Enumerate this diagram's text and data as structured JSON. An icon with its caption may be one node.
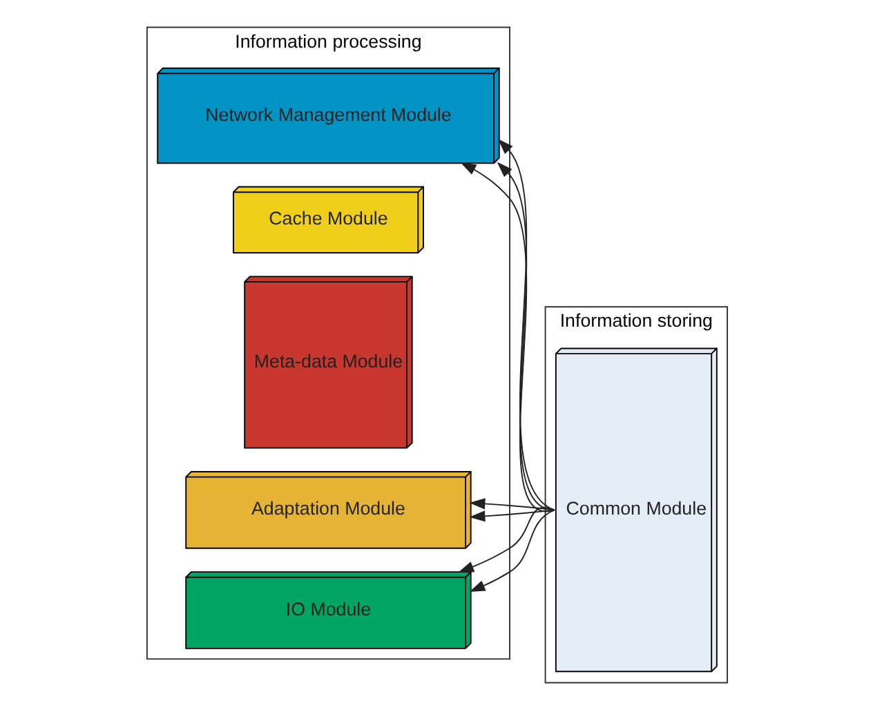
{
  "diagram": {
    "nodes": [
      {
        "text": [
          "Information processing"
        ]
      },
      {
        "text": [
          "Network Management Module"
        ],
        "in": 0
      },
      {
        "text": [
          "Cache Module"
        ],
        "in": 0
      },
      {
        "text": [
          "Meta-data Module"
        ],
        "in": 0
      },
      {
        "text": [
          "Adaptation Module"
        ],
        "in": 0
      },
      {
        "text": [
          "IO Module"
        ],
        "in": 0
      },
      {
        "text": [
          "Information storing"
        ]
      },
      {
        "text": [
          "Common Module"
        ],
        "in": 6
      }
    ],
    "edges": [
      {
        "from": 7,
        "to": 1,
        "arrow": "to"
      },
      {
        "from": 7,
        "to": 1,
        "arrow": "to"
      },
      {
        "from": 7,
        "to": 1,
        "arrow": "to"
      },
      {
        "from": 7,
        "to": 4,
        "arrow": "to"
      },
      {
        "from": 7,
        "to": 4,
        "arrow": "to"
      },
      {
        "from": 7,
        "to": 5,
        "arrow": "to"
      },
      {
        "from": 7,
        "to": 5,
        "arrow": "to"
      }
    ]
  }
}
